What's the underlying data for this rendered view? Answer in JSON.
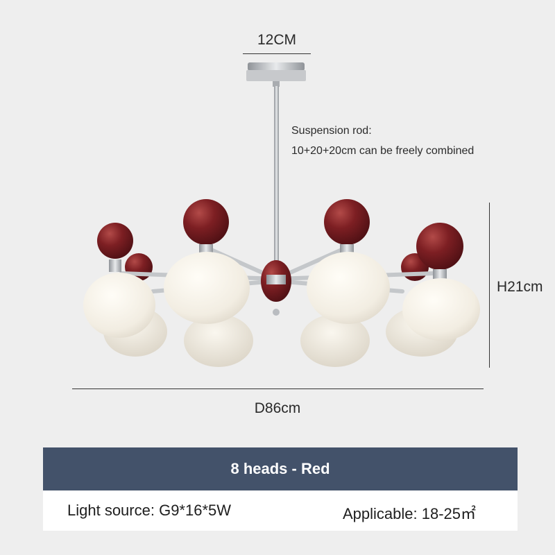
{
  "dimensions": {
    "canopy_width": "12CM",
    "height": "H21cm",
    "diameter": "D86cm"
  },
  "note": {
    "line1": "Suspension rod:",
    "line2": "10+20+20cm can be freely combined"
  },
  "banner": {
    "title": "8 heads - Red",
    "color": "#43526a"
  },
  "specs": {
    "light_source": "Light source: G9*16*5W",
    "applicable": "Applicable: 18-25㎡"
  },
  "colors": {
    "shade_cap": "#7a1f22",
    "glass": "#f3efe6",
    "chrome": "#b9bcc0",
    "background": "#eeeeee"
  }
}
